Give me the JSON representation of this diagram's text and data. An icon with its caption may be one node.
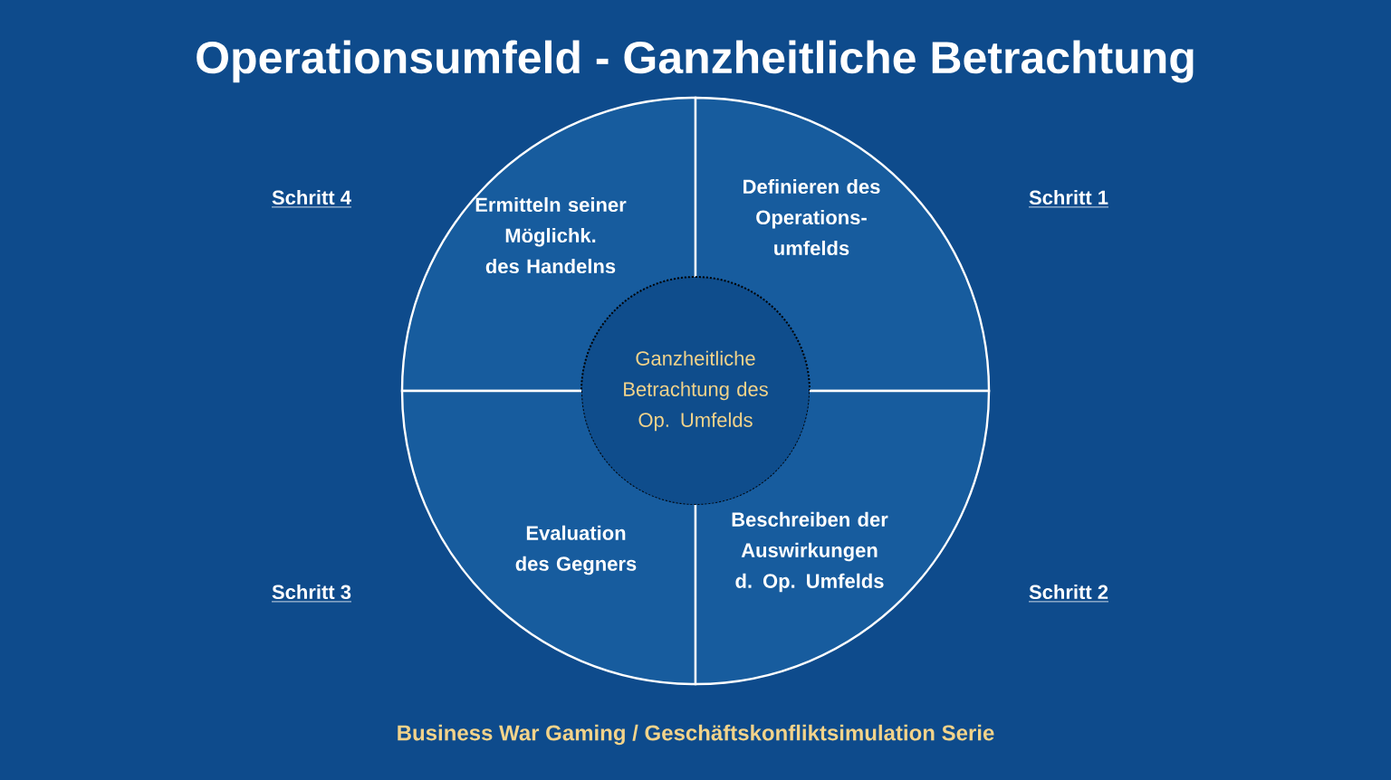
{
  "diagram": {
    "title": "Operationsumfeld - Ganzheitliche Betrachtung",
    "caption": "Business War Gaming / Geschäftskonfliktsimulation Serie",
    "nodes": [
      {
        "text": [
          "Ermitteln seiner Möglichk. des Handelns"
        ],
        "beside": [
          "Schritt 4"
        ]
      },
      {
        "text": [
          "Definieren des Operations- umfelds"
        ],
        "beside": [
          "Schritt 1"
        ]
      },
      {
        "text": [
          "Ganzheitliche Betrachtung des Op. Umfelds"
        ]
      },
      {
        "text": [
          "Evaluation des Gegners"
        ],
        "beside": [
          "Schritt 3"
        ]
      },
      {
        "text": [
          "Beschreiben der Auswirkungen d. Op. Umfelds"
        ],
        "beside": [
          "Schritt 2"
        ]
      }
    ]
  }
}
